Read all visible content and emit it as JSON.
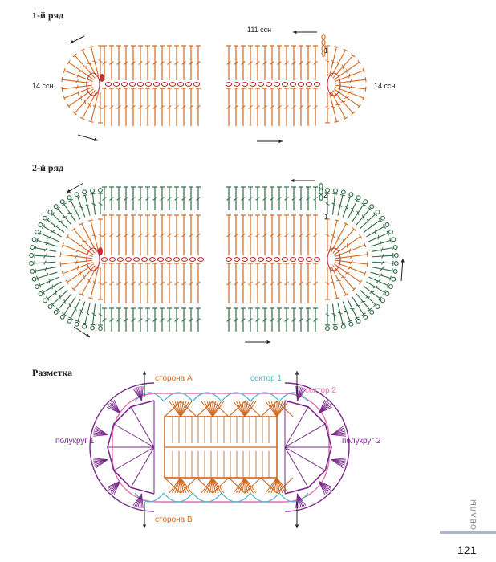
{
  "section_row1": {
    "title": "1-й ряд",
    "count_label": "111 ссн",
    "left_label": "14 ссн",
    "right_label": "14 ссн",
    "mark": "1"
  },
  "section_row2": {
    "title": "2-й ряд",
    "mark1": "1",
    "mark2": "2"
  },
  "section_markup": {
    "title": "Разметка",
    "side_a": "сторона А",
    "side_b": "сторона В",
    "sector1": "сектор 1",
    "sector2": "сектор 2",
    "semicircle1": "полукруг 1",
    "semicircle2": "полукруг 2"
  },
  "footer": {
    "side_label": "ОВАЛЫ",
    "page_number": "121"
  },
  "colors": {
    "orange": "#d2691e",
    "green": "#2e6b45",
    "red": "#c0303a",
    "purple": "#7b2a8c",
    "cyan": "#4fb6c8",
    "pink": "#e66fb0",
    "footer_bar": "#b0b4c8"
  }
}
